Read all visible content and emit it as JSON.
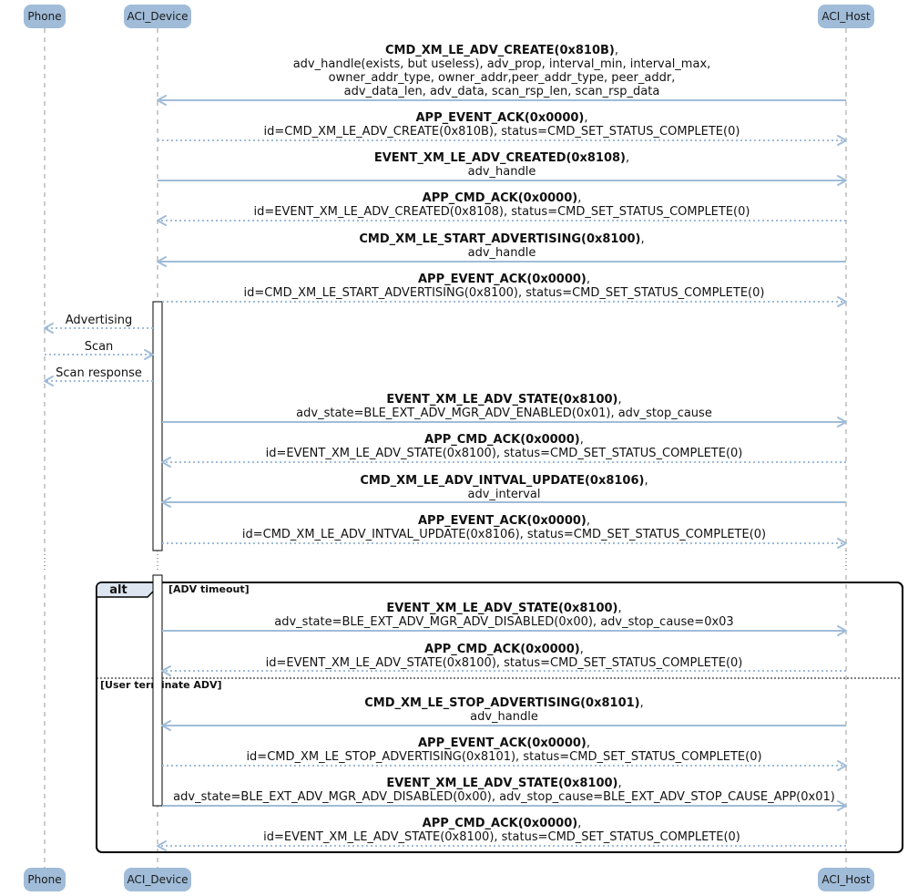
{
  "participants": [
    {
      "id": "phone",
      "label": "Phone"
    },
    {
      "id": "device",
      "label": "ACI_Device"
    },
    {
      "id": "host",
      "label": "ACI_Host"
    }
  ],
  "messages": [
    {
      "from": "host",
      "to": "device",
      "style": "solid",
      "bold": "CMD_XM_LE_ADV_CREATE(0x810B)",
      "lines": [
        "adv_handle(exists, but useless), adv_prop, interval_min, interval_max,",
        "owner_addr_type, owner_addr,peer_addr_type, peer_addr,",
        "adv_data_len, adv_data, scan_rsp_len, scan_rsp_data"
      ]
    },
    {
      "from": "device",
      "to": "host",
      "style": "dotted",
      "bold": "APP_EVENT_ACK(0x0000)",
      "lines": [
        "id=CMD_XM_LE_ADV_CREATE(0x810B), status=CMD_SET_STATUS_COMPLETE(0)"
      ]
    },
    {
      "from": "device",
      "to": "host",
      "style": "solid",
      "bold": "EVENT_XM_LE_ADV_CREATED(0x8108)",
      "lines": [
        "adv_handle"
      ]
    },
    {
      "from": "host",
      "to": "device",
      "style": "dotted",
      "bold": "APP_CMD_ACK(0x0000)",
      "lines": [
        "id=EVENT_XM_LE_ADV_CREATED(0x8108), status=CMD_SET_STATUS_COMPLETE(0)"
      ]
    },
    {
      "from": "host",
      "to": "device",
      "style": "solid",
      "bold": "CMD_XM_LE_START_ADVERTISING(0x8100)",
      "lines": [
        "adv_handle"
      ]
    },
    {
      "from": "device",
      "to": "host",
      "style": "dotted",
      "bold": "APP_EVENT_ACK(0x0000)",
      "lines": [
        "id=CMD_XM_LE_START_ADVERTISING(0x8100), status=CMD_SET_STATUS_COMPLETE(0)"
      ]
    },
    {
      "from": "device",
      "to": "phone",
      "style": "dotted",
      "plain": "Advertising"
    },
    {
      "from": "phone",
      "to": "device",
      "style": "dotted",
      "plain": "Scan"
    },
    {
      "from": "device",
      "to": "phone",
      "style": "dotted",
      "plain": "Scan response"
    },
    {
      "from": "device",
      "to": "host",
      "style": "solid",
      "bold": "EVENT_XM_LE_ADV_STATE(0x8100)",
      "lines": [
        "adv_state=BLE_EXT_ADV_MGR_ADV_ENABLED(0x01), adv_stop_cause"
      ]
    },
    {
      "from": "host",
      "to": "device",
      "style": "dotted",
      "bold": "APP_CMD_ACK(0x0000)",
      "lines": [
        "id=EVENT_XM_LE_ADV_STATE(0x8100), status=CMD_SET_STATUS_COMPLETE(0)"
      ]
    },
    {
      "from": "host",
      "to": "device",
      "style": "solid",
      "bold": "CMD_XM_LE_ADV_INTVAL_UPDATE(0x8106)",
      "lines": [
        "adv_interval"
      ]
    },
    {
      "from": "device",
      "to": "host",
      "style": "dotted",
      "bold": "APP_EVENT_ACK(0x0000)",
      "lines": [
        "id=CMD_XM_LE_ADV_INTVAL_UPDATE(0x8106), status=CMD_SET_STATUS_COMPLETE(0)"
      ]
    },
    {
      "from": "device",
      "to": "host",
      "style": "solid",
      "bold": "EVENT_XM_LE_ADV_STATE(0x8100)",
      "lines": [
        "adv_state=BLE_EXT_ADV_MGR_ADV_DISABLED(0x00), adv_stop_cause=0x03"
      ]
    },
    {
      "from": "host",
      "to": "device",
      "style": "dotted",
      "bold": "APP_CMD_ACK(0x0000)",
      "lines": [
        "id=EVENT_XM_LE_ADV_STATE(0x8100), status=CMD_SET_STATUS_COMPLETE(0)"
      ]
    },
    {
      "from": "host",
      "to": "device",
      "style": "solid",
      "bold": "CMD_XM_LE_STOP_ADVERTISING(0x8101)",
      "lines": [
        "adv_handle"
      ]
    },
    {
      "from": "device",
      "to": "host",
      "style": "dotted",
      "bold": "APP_EVENT_ACK(0x0000)",
      "lines": [
        "id=CMD_XM_LE_STOP_ADVERTISING(0x8101), status=CMD_SET_STATUS_COMPLETE(0)"
      ]
    },
    {
      "from": "device",
      "to": "host",
      "style": "solid",
      "bold": "EVENT_XM_LE_ADV_STATE(0x8100)",
      "lines": [
        "adv_state=BLE_EXT_ADV_MGR_ADV_DISABLED(0x00), adv_stop_cause=BLE_EXT_ADV_STOP_CAUSE_APP(0x01)"
      ]
    },
    {
      "from": "host",
      "to": "device",
      "style": "dotted",
      "bold": "APP_CMD_ACK(0x0000)",
      "lines": [
        "id=EVENT_XM_LE_ADV_STATE(0x8100), status=CMD_SET_STATUS_COMPLETE(0)"
      ]
    }
  ],
  "alt_frame": {
    "label": "alt",
    "guards": [
      "[ADV timeout]",
      "[User terminate ADV]"
    ]
  },
  "colors": {
    "participant_fill": "#a0bcd8",
    "arrow": "#a0bcd8",
    "frame_tab": "#dde6f0"
  }
}
